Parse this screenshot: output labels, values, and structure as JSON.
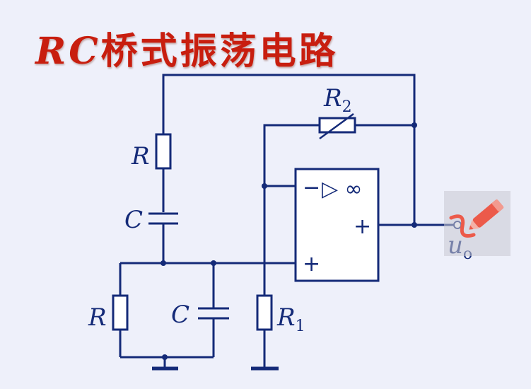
{
  "title": {
    "italic_part": "RC",
    "text_part": "桥式振荡电路"
  },
  "labels": {
    "r_series": "R",
    "c_series": "C",
    "r_parallel": "R",
    "c_parallel": "C",
    "r1_main": "R",
    "r1_sub": "1",
    "r2_main": "R",
    "r2_sub": "2",
    "output_main": "u",
    "output_sub": "o"
  },
  "opamp": {
    "inverting_sign": "−",
    "noninverting_sign": "+",
    "gain_symbol": "▷ ∞",
    "output_sign": "+"
  },
  "colors": {
    "title": "#c81e0f",
    "wire": "#142a78",
    "pen_icon": "#ec5a4a",
    "background": "#eef0fa"
  },
  "icons": {
    "tool": "pen-icon"
  }
}
